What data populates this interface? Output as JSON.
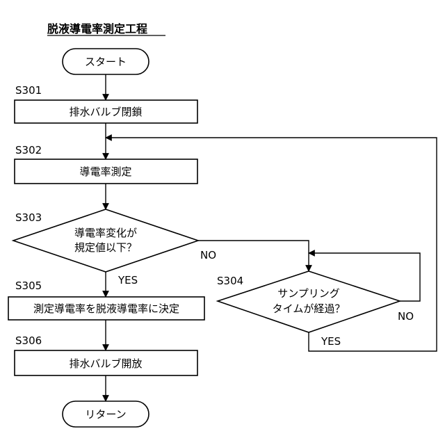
{
  "title": "脱液導電率測定工程",
  "nodes": {
    "start": "スタート",
    "s301": "排水バルブ閉鎖",
    "s302": "導電率測定",
    "s303_line1": "導電率変化が",
    "s303_line2": "規定値以下？",
    "s304_line1": "サンプリング",
    "s304_line2": "タイムが経過？",
    "s305": "測定導電率を脱液導電率に決定",
    "s306": "排水バルブ開放",
    "end": "リターン"
  },
  "step_labels": {
    "s301": "S301",
    "s302": "S302",
    "s303": "S303",
    "s304": "S304",
    "s305": "S305",
    "s306": "S306"
  },
  "branch_labels": {
    "s303_no": "NO",
    "s303_yes": "YES",
    "s304_no": "NO",
    "s304_yes": "YES"
  }
}
